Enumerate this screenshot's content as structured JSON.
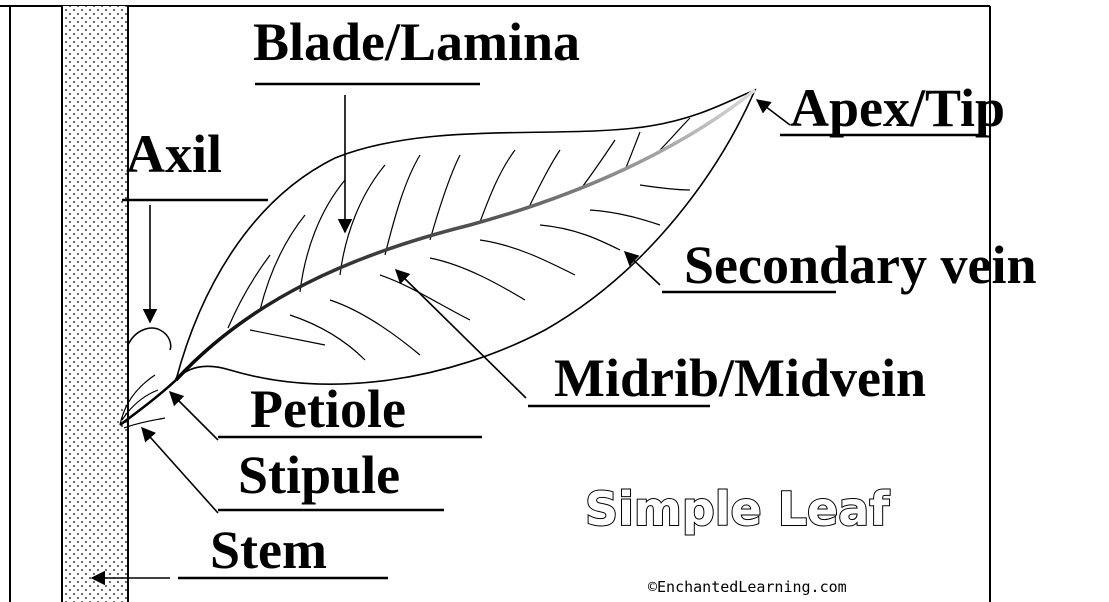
{
  "labels": {
    "blade": "Blade/Lamina",
    "apex": "Apex/Tip",
    "axil": "Axil",
    "secondary_vein": "Secondary vein",
    "midrib": "Midrib/Midvein",
    "petiole": "Petiole",
    "stipule": "Stipule",
    "stem": "Stem"
  },
  "title": "Simple Leaf",
  "credit": "©EnchantedLearning.com"
}
